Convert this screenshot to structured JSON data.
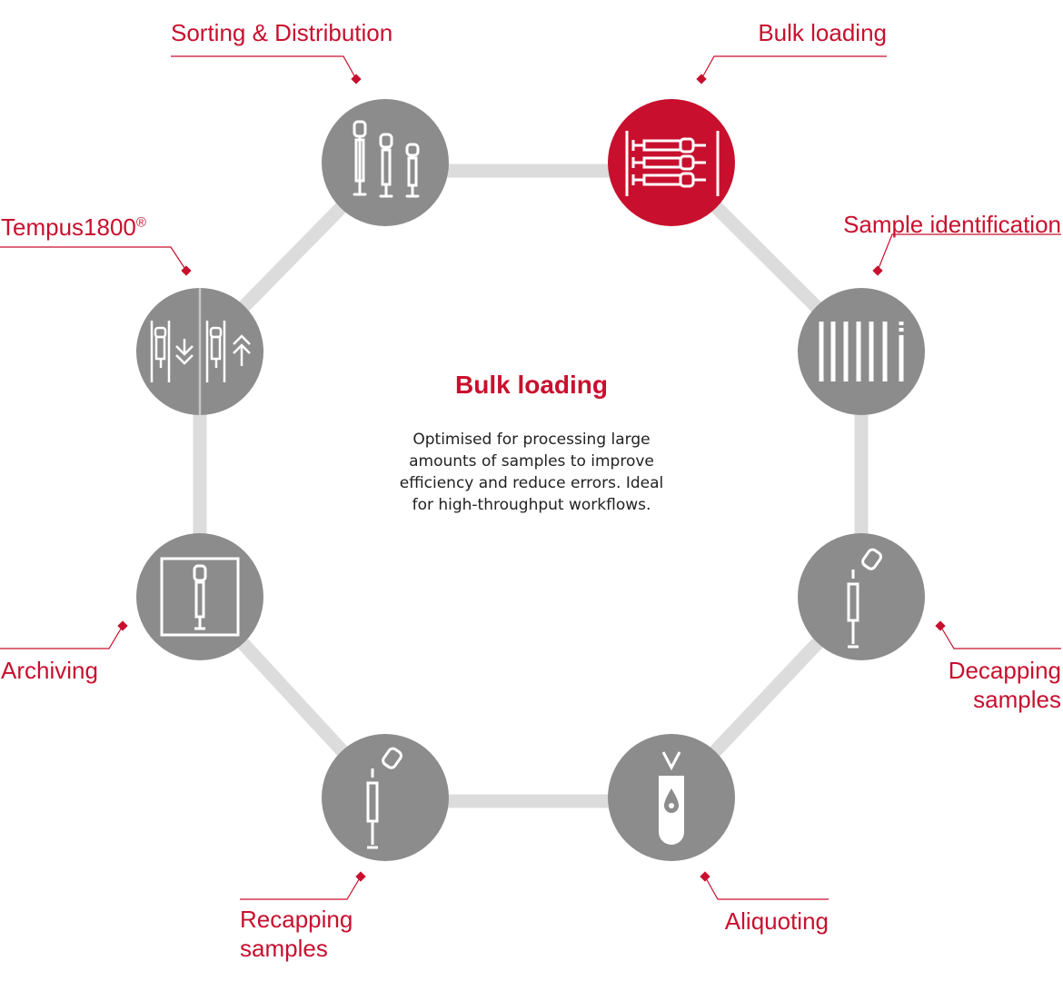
{
  "colors": {
    "accent": "#c8102e",
    "node_gray": "#8c8c8c",
    "connector": "#dcdcdc",
    "text": "#222222"
  },
  "detail": {
    "title": "Bulk loading",
    "description": "Optimised for processing large amounts of samples to improve efficiency and reduce errors. Ideal for high-throughput workflows."
  },
  "nodes": [
    {
      "id": "sorting-distribution",
      "label": "Sorting & Distribution",
      "icon": "tubes-sorting-icon",
      "active": false
    },
    {
      "id": "bulk-loading",
      "label": "Bulk loading",
      "icon": "tube-rack-icon",
      "active": true
    },
    {
      "id": "sample-identification",
      "label": "Sample identification",
      "icon": "barcode-icon",
      "active": false
    },
    {
      "id": "decapping-samples",
      "label_lines": [
        "Decapping",
        "samples"
      ],
      "icon": "decap-tube-icon",
      "active": false
    },
    {
      "id": "aliquoting",
      "label": "Aliquoting",
      "icon": "aliquot-tube-icon",
      "active": false
    },
    {
      "id": "recapping-samples",
      "label_lines": [
        "Recapping",
        "samples"
      ],
      "icon": "recap-tube-icon",
      "active": false
    },
    {
      "id": "archiving",
      "label": "Archiving",
      "icon": "archive-tube-icon",
      "active": false
    },
    {
      "id": "tempus1800",
      "label": "Tempus1800",
      "label_sup": "®",
      "icon": "tempus-transfer-icon",
      "active": false
    }
  ]
}
